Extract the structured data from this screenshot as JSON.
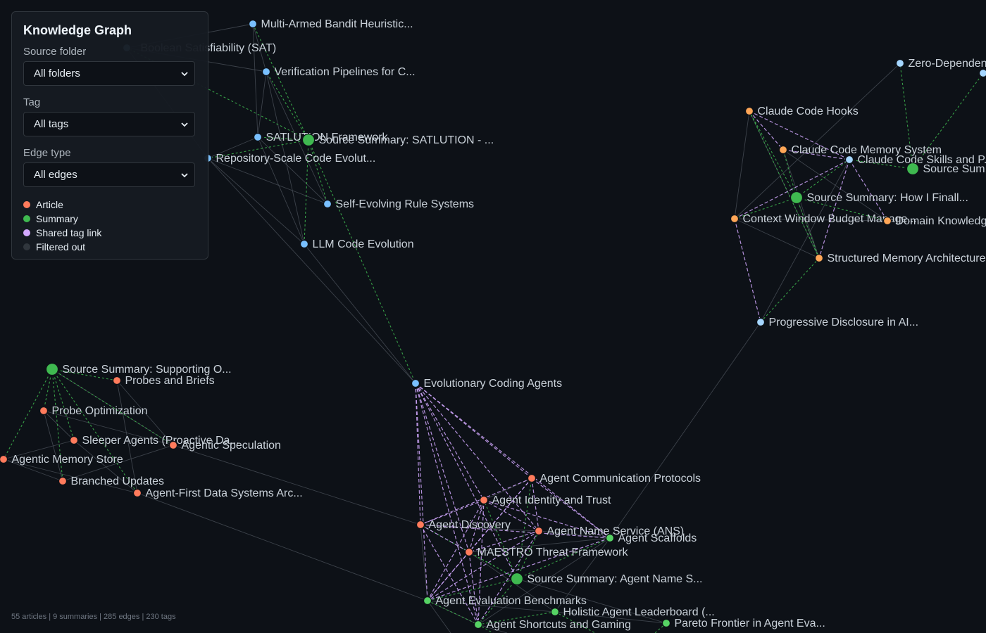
{
  "panel": {
    "title": "Knowledge Graph",
    "source_folder_label": "Source folder",
    "source_folder_value": "All folders",
    "tag_label": "Tag",
    "tag_value": "All tags",
    "edge_type_label": "Edge type",
    "edge_type_value": "All edges",
    "legend": [
      {
        "label": "Article",
        "color": "#ff7b5c"
      },
      {
        "label": "Summary",
        "color": "#3fb950"
      },
      {
        "label": "Shared tag link",
        "color": "#d2a8ff"
      },
      {
        "label": "Filtered out",
        "color": "#30363d"
      }
    ]
  },
  "stats": "55 articles | 9 summaries | 285 edges | 230 tags",
  "colors": {
    "background": "#0d1117",
    "blue_node": "#79c0ff",
    "orange_node": "#ffa657",
    "red_node": "#ff7b5c",
    "green_node": "#3fb950",
    "light_green_node": "#56d364",
    "pale_blue_node": "#a5d6ff",
    "summary_edge": "#3fb950",
    "tag_edge": "#d2a8ff",
    "default_edge": "#484f58"
  },
  "graph": {
    "nodes": [
      {
        "id": "mab",
        "label": "Multi-Armed Bandit Heuristic...",
        "kind": "blue"
      },
      {
        "id": "sat",
        "label": "Boolean Satisfiability (SAT)",
        "kind": "blue"
      },
      {
        "id": "vp",
        "label": "Verification Pipelines for C...",
        "kind": "blue"
      },
      {
        "id": "satf",
        "label": "SATLUTION Framework",
        "kind": "blue"
      },
      {
        "id": "sssat",
        "label": "Source Summary: SATLUTION - ...",
        "kind": "summary"
      },
      {
        "id": "rsc",
        "label": "Repository-Scale Code Evolut...",
        "kind": "blue"
      },
      {
        "id": "ser",
        "label": "Self-Evolving Rule Systems",
        "kind": "blue"
      },
      {
        "id": "llm",
        "label": "LLM Code Evolution",
        "kind": "blue"
      },
      {
        "id": "eca",
        "label": "Evolutionary Coding Agents",
        "kind": "blue"
      },
      {
        "id": "zd",
        "label": "Zero-Dependency...",
        "kind": "paleblue"
      },
      {
        "id": "zd2",
        "label": "",
        "kind": "paleblue"
      },
      {
        "id": "cch",
        "label": "Claude Code Hooks",
        "kind": "orange"
      },
      {
        "id": "ccms",
        "label": "Claude Code Memory System",
        "kind": "orange"
      },
      {
        "id": "ccsp",
        "label": "Claude Code Skills and P...",
        "kind": "paleblue"
      },
      {
        "id": "ssum",
        "label": "Source Sum...",
        "kind": "summary"
      },
      {
        "id": "sshow",
        "label": "Source Summary: How I Finall...",
        "kind": "summary"
      },
      {
        "id": "cwbm",
        "label": "Context Window Budget Manage...",
        "kind": "orange"
      },
      {
        "id": "dk",
        "label": "Domain Knowledge...",
        "kind": "orange"
      },
      {
        "id": "sma",
        "label": "Structured Memory Architecture",
        "kind": "orange"
      },
      {
        "id": "pdai",
        "label": "Progressive Disclosure in AI...",
        "kind": "paleblue"
      },
      {
        "id": "sssup",
        "label": "Source Summary: Supporting O...",
        "kind": "summary"
      },
      {
        "id": "pb",
        "label": "Probes and Briefs",
        "kind": "red"
      },
      {
        "id": "po",
        "label": "Probe Optimization",
        "kind": "red"
      },
      {
        "id": "sa",
        "label": "Sleeper Agents (Proactive Da...",
        "kind": "red"
      },
      {
        "id": "as",
        "label": "Agentic Speculation",
        "kind": "red"
      },
      {
        "id": "ams",
        "label": "Agentic Memory Store",
        "kind": "red"
      },
      {
        "id": "bu",
        "label": "Branched Updates",
        "kind": "red"
      },
      {
        "id": "afds",
        "label": "Agent-First Data Systems Arc...",
        "kind": "red"
      },
      {
        "id": "acp",
        "label": "Agent Communication Protocols",
        "kind": "red"
      },
      {
        "id": "ait",
        "label": "Agent Identity and Trust",
        "kind": "red"
      },
      {
        "id": "ad",
        "label": "Agent Discovery",
        "kind": "red"
      },
      {
        "id": "ans",
        "label": "Agent Name Service (ANS)",
        "kind": "red"
      },
      {
        "id": "asc",
        "label": "Agent Scaffolds",
        "kind": "lightgreen"
      },
      {
        "id": "mtf",
        "label": "MAESTRO Threat Framework",
        "kind": "red"
      },
      {
        "id": "ssans",
        "label": "Source Summary: Agent Name S...",
        "kind": "summary"
      },
      {
        "id": "aeb",
        "label": "Agent Evaluation Benchmarks",
        "kind": "lightgreen"
      },
      {
        "id": "hal",
        "label": "Holistic Agent Leaderboard (...",
        "kind": "lightgreen"
      },
      {
        "id": "asg",
        "label": "Agent Shortcuts and Gaming",
        "kind": "lightgreen"
      },
      {
        "id": "pf",
        "label": "Pareto Frontier in Agent Eva...",
        "kind": "lightgreen"
      }
    ]
  }
}
